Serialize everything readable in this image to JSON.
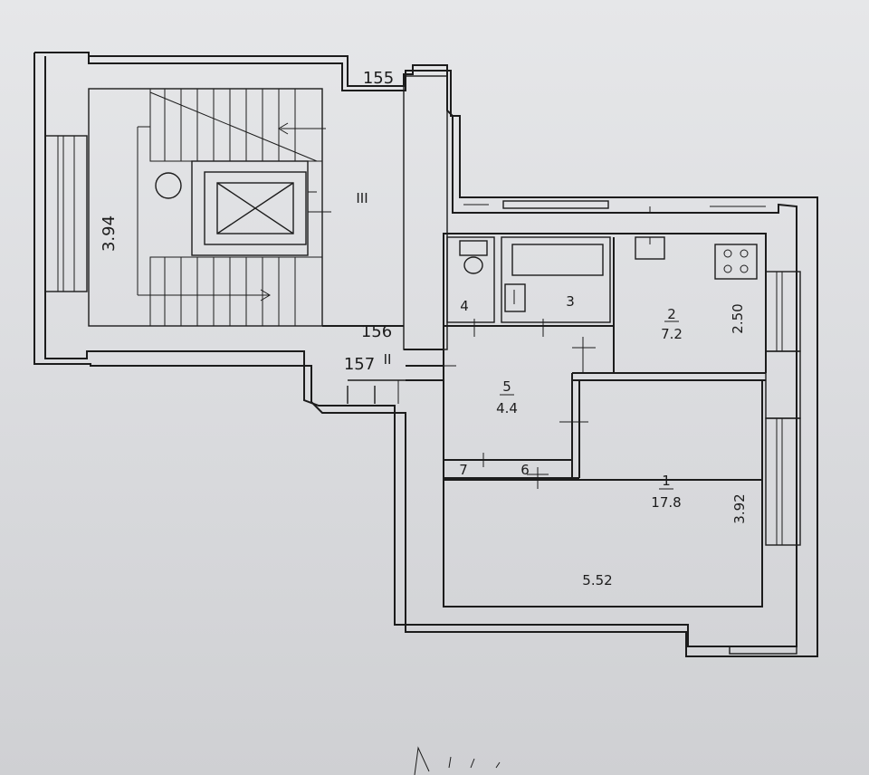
{
  "labels": {
    "stair_width": "3.94",
    "apt_155": "155",
    "apt_156": "156",
    "apt_157": "157",
    "hall_iii": "III",
    "hall_ii": "II",
    "room_4": "4",
    "room_3": "3",
    "room_2_num": "2",
    "room_2_area": "7.2",
    "room_2_dim": "2.50",
    "room_5_num": "5",
    "room_5_area": "4.4",
    "room_7": "7",
    "room_6": "6",
    "room_1_num": "1",
    "room_1_area": "17.8",
    "room_1_dim": "3.92",
    "room_1_length": "5.52"
  },
  "colors": {
    "line": "#1c1c1c",
    "paper": "#dcdde0"
  }
}
